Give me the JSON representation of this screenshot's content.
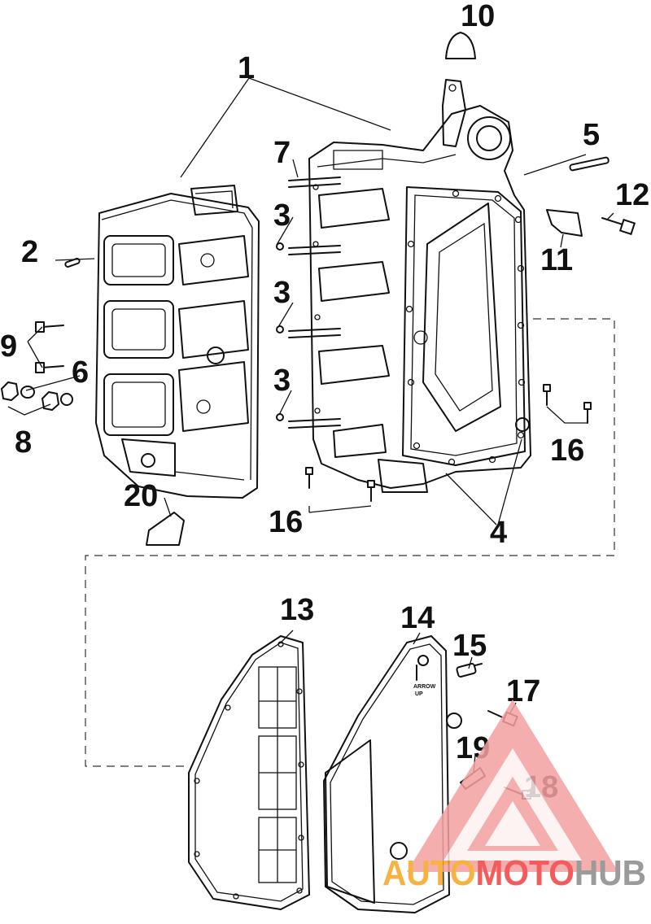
{
  "callouts": [
    "1",
    "2",
    "3",
    "3",
    "3",
    "4",
    "5",
    "6",
    "7",
    "8",
    "9",
    "10",
    "11",
    "12",
    "13",
    "14",
    "15",
    "16",
    "16",
    "17",
    "18",
    "19",
    "20"
  ],
  "cover_marking": [
    "ARROW",
    "UP"
  ],
  "watermark": {
    "part1": "AUTO",
    "part2": "MOTO",
    "part3": "HUB",
    "color_red": "#f04040",
    "color_orange": "#f5a623",
    "color_gray": "#8a8a8a",
    "color_triangle": "#f4a0a0"
  }
}
